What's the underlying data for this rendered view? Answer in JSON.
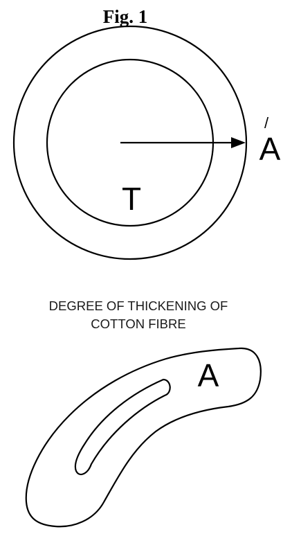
{
  "figure": {
    "title": "Fig. 1",
    "top_diagram": {
      "inner_label": "T",
      "outer_label": "A",
      "outer_label_mark": "/"
    },
    "caption_lines": [
      "DEGREE OF THICKENING OF",
      "COTTON FIBRE"
    ],
    "bottom_diagram": {
      "label": "A"
    }
  }
}
